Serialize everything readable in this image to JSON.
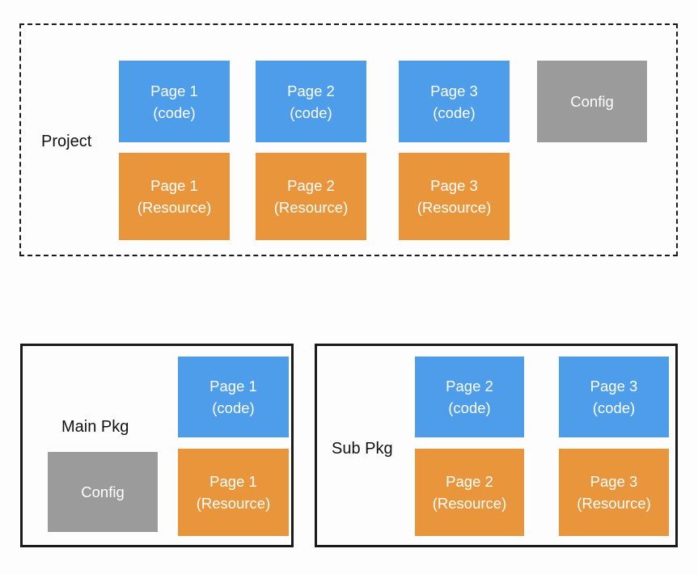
{
  "colors": {
    "code_box": "#4d9dea",
    "resource_box": "#e9953b",
    "config_box": "#9b9b9b",
    "box_text": "#ffffff",
    "label_text": "#111111",
    "background": "#fdfdfd"
  },
  "project": {
    "label": "Project",
    "code_boxes": [
      {
        "line1": "Page 1",
        "line2": "(code)"
      },
      {
        "line1": "Page 2",
        "line2": "(code)"
      },
      {
        "line1": "Page 3",
        "line2": "(code)"
      }
    ],
    "config_label": "Config",
    "resource_boxes": [
      {
        "line1": "Page 1",
        "line2": "(Resource)"
      },
      {
        "line1": "Page 2",
        "line2": "(Resource)"
      },
      {
        "line1": "Page 3",
        "line2": "(Resource)"
      }
    ]
  },
  "main_pkg": {
    "label": "Main Pkg",
    "code_box": {
      "line1": "Page 1",
      "line2": "(code)"
    },
    "resource_box": {
      "line1": "Page 1",
      "line2": "(Resource)"
    },
    "config_label": "Config"
  },
  "sub_pkg": {
    "label": "Sub Pkg",
    "code_boxes": [
      {
        "line1": "Page 2",
        "line2": "(code)"
      },
      {
        "line1": "Page 3",
        "line2": "(code)"
      }
    ],
    "resource_boxes": [
      {
        "line1": "Page 2",
        "line2": "(Resource)"
      },
      {
        "line1": "Page 3",
        "line2": "(Resource)"
      }
    ]
  }
}
